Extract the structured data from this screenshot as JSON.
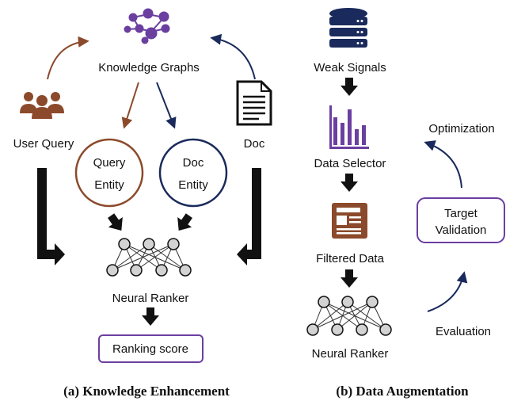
{
  "panel_a": {
    "caption": "(a) Knowledge Enhancement",
    "kg_label": "Knowledge Graphs",
    "user_query_label": "User Query",
    "doc_label": "Doc",
    "query_entity_line1": "Query",
    "query_entity_line2": "Entity",
    "doc_entity_line1": "Doc",
    "doc_entity_line2": "Entity",
    "ranker_label": "Neural Ranker",
    "score_label": "Ranking score"
  },
  "panel_b": {
    "caption": "(b) Data Augmentation",
    "weak_signals_label": "Weak Signals",
    "data_selector_label": "Data Selector",
    "filtered_data_label": "Filtered Data",
    "ranker_label": "Neural Ranker",
    "optimization_label": "Optimization",
    "target_line1": "Target",
    "target_line2": "Validation",
    "evaluation_label": "Evaluation"
  },
  "colors": {
    "purple": "#6b3fa0",
    "brown": "#8b4a2b",
    "navy": "#1a2a5c",
    "black": "#111111",
    "node_fill": "#d3d3d3"
  }
}
